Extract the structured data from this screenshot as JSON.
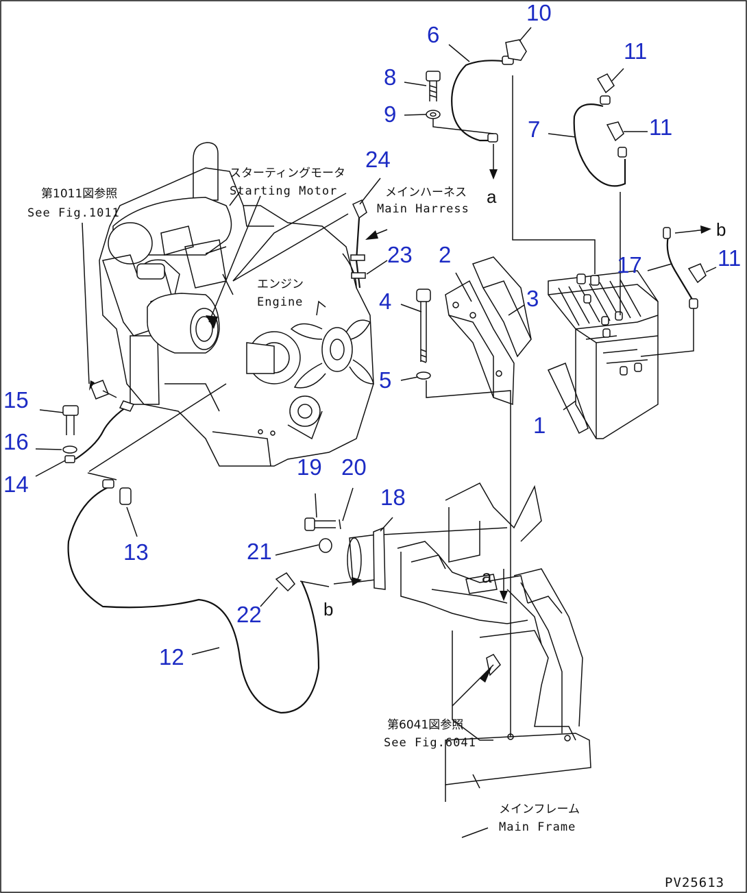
{
  "callouts": [
    {
      "id": "c1",
      "text": "1"
    },
    {
      "id": "c2",
      "text": "2"
    },
    {
      "id": "c3",
      "text": "3"
    },
    {
      "id": "c4",
      "text": "4"
    },
    {
      "id": "c5",
      "text": "5"
    },
    {
      "id": "c6",
      "text": "6"
    },
    {
      "id": "c7",
      "text": "7"
    },
    {
      "id": "c8",
      "text": "8"
    },
    {
      "id": "c9",
      "text": "9"
    },
    {
      "id": "c10",
      "text": "10"
    },
    {
      "id": "c11a",
      "text": "11"
    },
    {
      "id": "c11b",
      "text": "11"
    },
    {
      "id": "c11c",
      "text": "11"
    },
    {
      "id": "c12",
      "text": "12"
    },
    {
      "id": "c13",
      "text": "13"
    },
    {
      "id": "c14",
      "text": "14"
    },
    {
      "id": "c15",
      "text": "15"
    },
    {
      "id": "c16",
      "text": "16"
    },
    {
      "id": "c17",
      "text": "17"
    },
    {
      "id": "c18",
      "text": "18"
    },
    {
      "id": "c19",
      "text": "19"
    },
    {
      "id": "c20",
      "text": "20"
    },
    {
      "id": "c21",
      "text": "21"
    },
    {
      "id": "c22",
      "text": "22"
    },
    {
      "id": "c23",
      "text": "23"
    },
    {
      "id": "c24",
      "text": "24"
    }
  ],
  "labels": {
    "see_fig_1011_jp": "第1011図参照",
    "see_fig_1011_en": "See Fig.1011",
    "starting_motor_jp": "スターティングモータ",
    "starting_motor_en": "Starting Motor",
    "main_harness_jp": "メインハーネス",
    "main_harness_en": "Main Harress",
    "engine_jp": "エンジン",
    "engine_en": "Engine",
    "see_fig_6041_jp": "第6041図参照",
    "see_fig_6041_en": "See Fig.6041",
    "main_frame_jp": "メインフレーム",
    "main_frame_en": "Main Frame",
    "conn_a_top": "a",
    "conn_b_right": "b",
    "conn_a_mid": "a",
    "conn_b_mid": "b"
  },
  "drawing_code": "PV25613"
}
